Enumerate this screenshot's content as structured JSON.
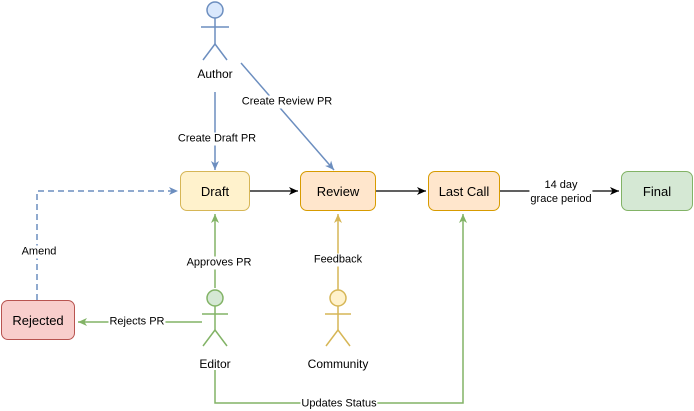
{
  "nodes": {
    "draft": {
      "label": "Draft",
      "fill": "#fff2cc",
      "stroke": "#d6b656"
    },
    "review": {
      "label": "Review",
      "fill": "#ffe6cc",
      "stroke": "#d79b00"
    },
    "last_call": {
      "label": "Last Call",
      "fill": "#ffe6cc",
      "stroke": "#d79b00"
    },
    "final": {
      "label": "Final",
      "fill": "#d5e8d4",
      "stroke": "#82b366"
    },
    "rejected": {
      "label": "Rejected",
      "fill": "#f8cecc",
      "stroke": "#b85450"
    }
  },
  "actors": {
    "author": {
      "label": "Author",
      "fill": "#dae8fc",
      "stroke": "#6c8ebf"
    },
    "editor": {
      "label": "Editor",
      "fill": "#d5e8d4",
      "stroke": "#82b366"
    },
    "community": {
      "label": "Community",
      "fill": "#fff2cc",
      "stroke": "#d6b656"
    }
  },
  "edges": {
    "create_draft": {
      "label": "Create Draft PR",
      "color": "#6c8ebf"
    },
    "create_review": {
      "label": "Create Review PR",
      "color": "#6c8ebf"
    },
    "approves": {
      "label": "Approves PR",
      "color": "#82b366"
    },
    "rejects": {
      "label": "Rejects PR",
      "color": "#82b366"
    },
    "feedback": {
      "label": "Feedback",
      "color": "#d6b656"
    },
    "grace": {
      "label": "14 day\ngrace period",
      "color": "#000000"
    },
    "amend": {
      "label": "Amend",
      "color": "#6c8ebf"
    },
    "updates": {
      "label": "Updates Status",
      "color": "#82b366"
    }
  }
}
